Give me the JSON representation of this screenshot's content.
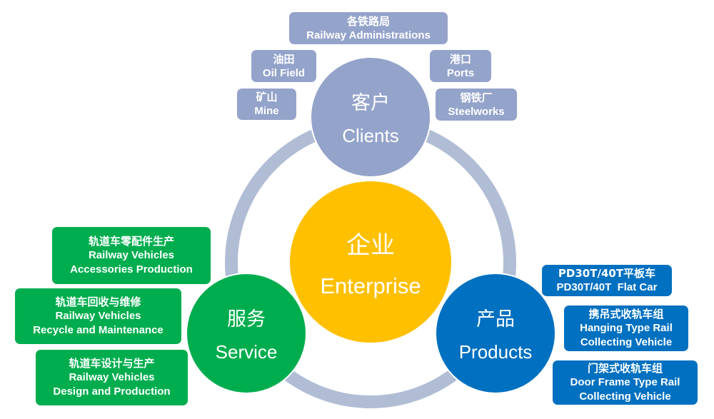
{
  "colors": {
    "clients": "#94a3ca",
    "service": "#00ad4e",
    "products": "#0070c0",
    "enterprise": "#ffc000",
    "ring": "#b0bdd5"
  },
  "center": {
    "cn": "企业",
    "en": "Enterprise"
  },
  "nodes": {
    "clients": {
      "cn": "客户",
      "en": "Clients"
    },
    "service": {
      "cn": "服务",
      "en": "Service"
    },
    "products": {
      "cn": "产品",
      "en": "Products"
    }
  },
  "clients": [
    {
      "cn": "各铁路局",
      "en": "Railway Administrations"
    },
    {
      "cn": "油田",
      "en": "Oil Field"
    },
    {
      "cn": "矿山",
      "en": "Mine"
    },
    {
      "cn": "港口",
      "en": "Ports"
    },
    {
      "cn": "钢铁厂",
      "en": "Steelworks"
    }
  ],
  "services": [
    {
      "cn": "轨道车零配件生产",
      "en1": "Railway Vehicles",
      "en2": "Accessories Production"
    },
    {
      "cn": "轨道车回收与维修",
      "en1": "Railway Vehicles",
      "en2": "Recycle and Maintenance"
    },
    {
      "cn": "轨道车设计与生产",
      "en1": "Railway Vehicles",
      "en2": "Design and Production"
    }
  ],
  "products": [
    {
      "cn": "PD30T/40T平板车",
      "en1": "PD30T/40T  Flat Car"
    },
    {
      "cn": "携吊式收轨车组",
      "en1": "Hanging Type Rail",
      "en2": "Collecting Vehicle"
    },
    {
      "cn": "门架式收轨车组",
      "en1": "Door Frame Type Rail",
      "en2": "Collecting Vehicle"
    }
  ]
}
